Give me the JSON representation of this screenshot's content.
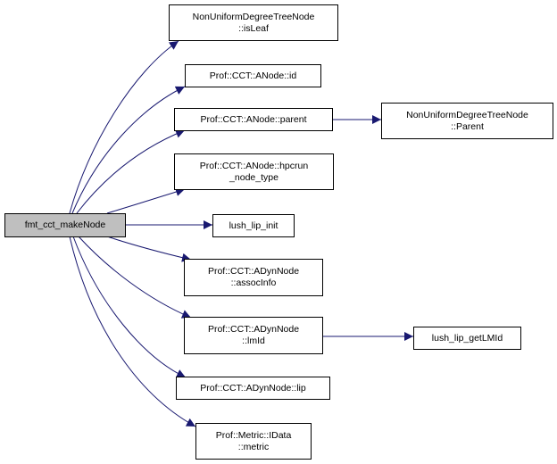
{
  "diagram": {
    "type": "call-graph",
    "colors": {
      "edge": "#191970",
      "root_fill": "#bfbfbf",
      "node_fill": "#ffffff",
      "border": "#000000"
    },
    "nodes": [
      {
        "id": "root",
        "lines": [
          "fmt_cct_makeNode"
        ],
        "root": true
      },
      {
        "id": "isLeaf",
        "lines": [
          "NonUniformDegreeTreeNode",
          "::isLeaf"
        ]
      },
      {
        "id": "anodeid",
        "lines": [
          "Prof::CCT::ANode::id"
        ]
      },
      {
        "id": "parent",
        "lines": [
          "Prof::CCT::ANode::parent"
        ]
      },
      {
        "id": "hpcrun",
        "lines": [
          "Prof::CCT::ANode::hpcrun",
          "_node_type"
        ]
      },
      {
        "id": "lipinit",
        "lines": [
          "lush_lip_init"
        ]
      },
      {
        "id": "assoc",
        "lines": [
          "Prof::CCT::ADynNode",
          "::assocInfo"
        ]
      },
      {
        "id": "lmid",
        "lines": [
          "Prof::CCT::ADynNode",
          "::lmId"
        ]
      },
      {
        "id": "lip",
        "lines": [
          "Prof::CCT::ADynNode::lip"
        ]
      },
      {
        "id": "metric",
        "lines": [
          "Prof::Metric::IData",
          "::metric"
        ]
      },
      {
        "id": "Parent",
        "lines": [
          "NonUniformDegreeTreeNode",
          "::Parent"
        ]
      },
      {
        "id": "getlmid",
        "lines": [
          "lush_lip_getLMId"
        ]
      }
    ],
    "edges": [
      {
        "from": "fmt_cct_makeNode",
        "to": "NonUniformDegreeTreeNode::isLeaf"
      },
      {
        "from": "fmt_cct_makeNode",
        "to": "Prof::CCT::ANode::id"
      },
      {
        "from": "fmt_cct_makeNode",
        "to": "Prof::CCT::ANode::parent"
      },
      {
        "from": "fmt_cct_makeNode",
        "to": "Prof::CCT::ANode::hpcrun_node_type"
      },
      {
        "from": "fmt_cct_makeNode",
        "to": "lush_lip_init"
      },
      {
        "from": "fmt_cct_makeNode",
        "to": "Prof::CCT::ADynNode::assocInfo"
      },
      {
        "from": "fmt_cct_makeNode",
        "to": "Prof::CCT::ADynNode::lmId"
      },
      {
        "from": "fmt_cct_makeNode",
        "to": "Prof::CCT::ADynNode::lip"
      },
      {
        "from": "fmt_cct_makeNode",
        "to": "Prof::Metric::IData::metric"
      },
      {
        "from": "Prof::CCT::ANode::parent",
        "to": "NonUniformDegreeTreeNode::Parent"
      },
      {
        "from": "Prof::CCT::ADynNode::lmId",
        "to": "lush_lip_getLMId"
      }
    ]
  }
}
